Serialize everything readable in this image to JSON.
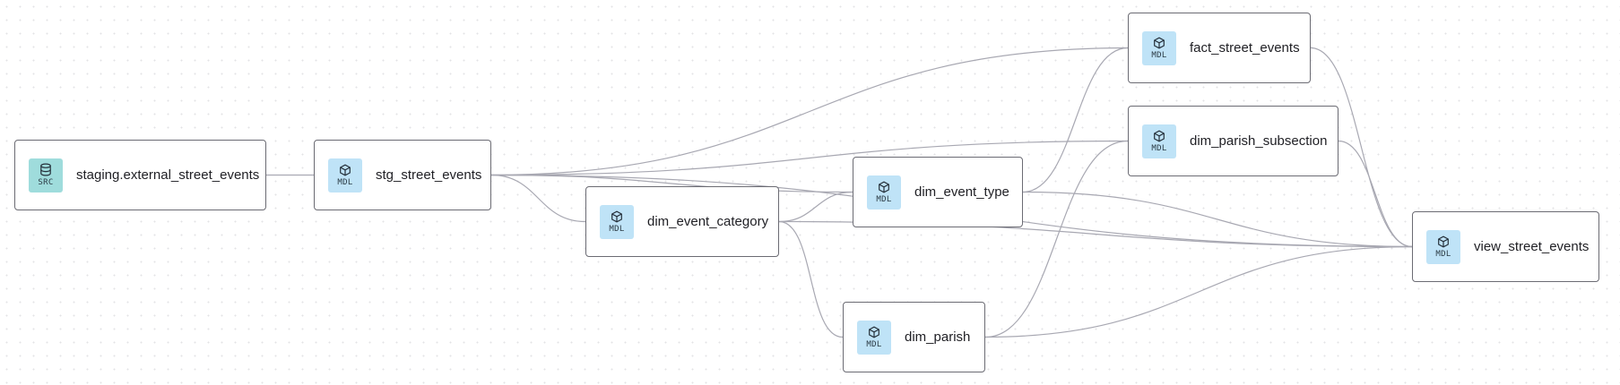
{
  "nodes": {
    "staging_external_street_events": {
      "name": "staging.external_street_events",
      "kind": "SRC",
      "icon": "database-icon"
    },
    "stg_street_events": {
      "name": "stg_street_events",
      "kind": "MDL",
      "icon": "cube-icon"
    },
    "dim_event_category": {
      "name": "dim_event_category",
      "kind": "MDL",
      "icon": "cube-icon"
    },
    "dim_event_type": {
      "name": "dim_event_type",
      "kind": "MDL",
      "icon": "cube-icon"
    },
    "dim_parish": {
      "name": "dim_parish",
      "kind": "MDL",
      "icon": "cube-icon"
    },
    "fact_street_events": {
      "name": "fact_street_events",
      "kind": "MDL",
      "icon": "cube-icon"
    },
    "dim_parish_subsection": {
      "name": "dim_parish_subsection",
      "kind": "MDL",
      "icon": "cube-icon"
    },
    "view_street_events": {
      "name": "view_street_events",
      "kind": "MDL",
      "icon": "cube-icon"
    }
  },
  "edges": [
    [
      "staging_external_street_events",
      "stg_street_events"
    ],
    [
      "stg_street_events",
      "fact_street_events"
    ],
    [
      "stg_street_events",
      "dim_parish_subsection"
    ],
    [
      "stg_street_events",
      "dim_event_type"
    ],
    [
      "stg_street_events",
      "dim_event_category"
    ],
    [
      "stg_street_events",
      "view_street_events"
    ],
    [
      "dim_event_category",
      "dim_event_type"
    ],
    [
      "dim_event_category",
      "dim_parish"
    ],
    [
      "dim_event_category",
      "view_street_events"
    ],
    [
      "dim_event_type",
      "fact_street_events"
    ],
    [
      "dim_event_type",
      "view_street_events"
    ],
    [
      "dim_parish",
      "dim_parish_subsection"
    ],
    [
      "dim_parish",
      "view_street_events"
    ],
    [
      "fact_street_events",
      "view_street_events"
    ],
    [
      "dim_parish_subsection",
      "view_street_events"
    ]
  ],
  "colors": {
    "edge": "#a8a8b2",
    "model_badge": "#bfe3f7",
    "source_badge": "#9fdcdc",
    "node_border": "#6b6b73"
  }
}
